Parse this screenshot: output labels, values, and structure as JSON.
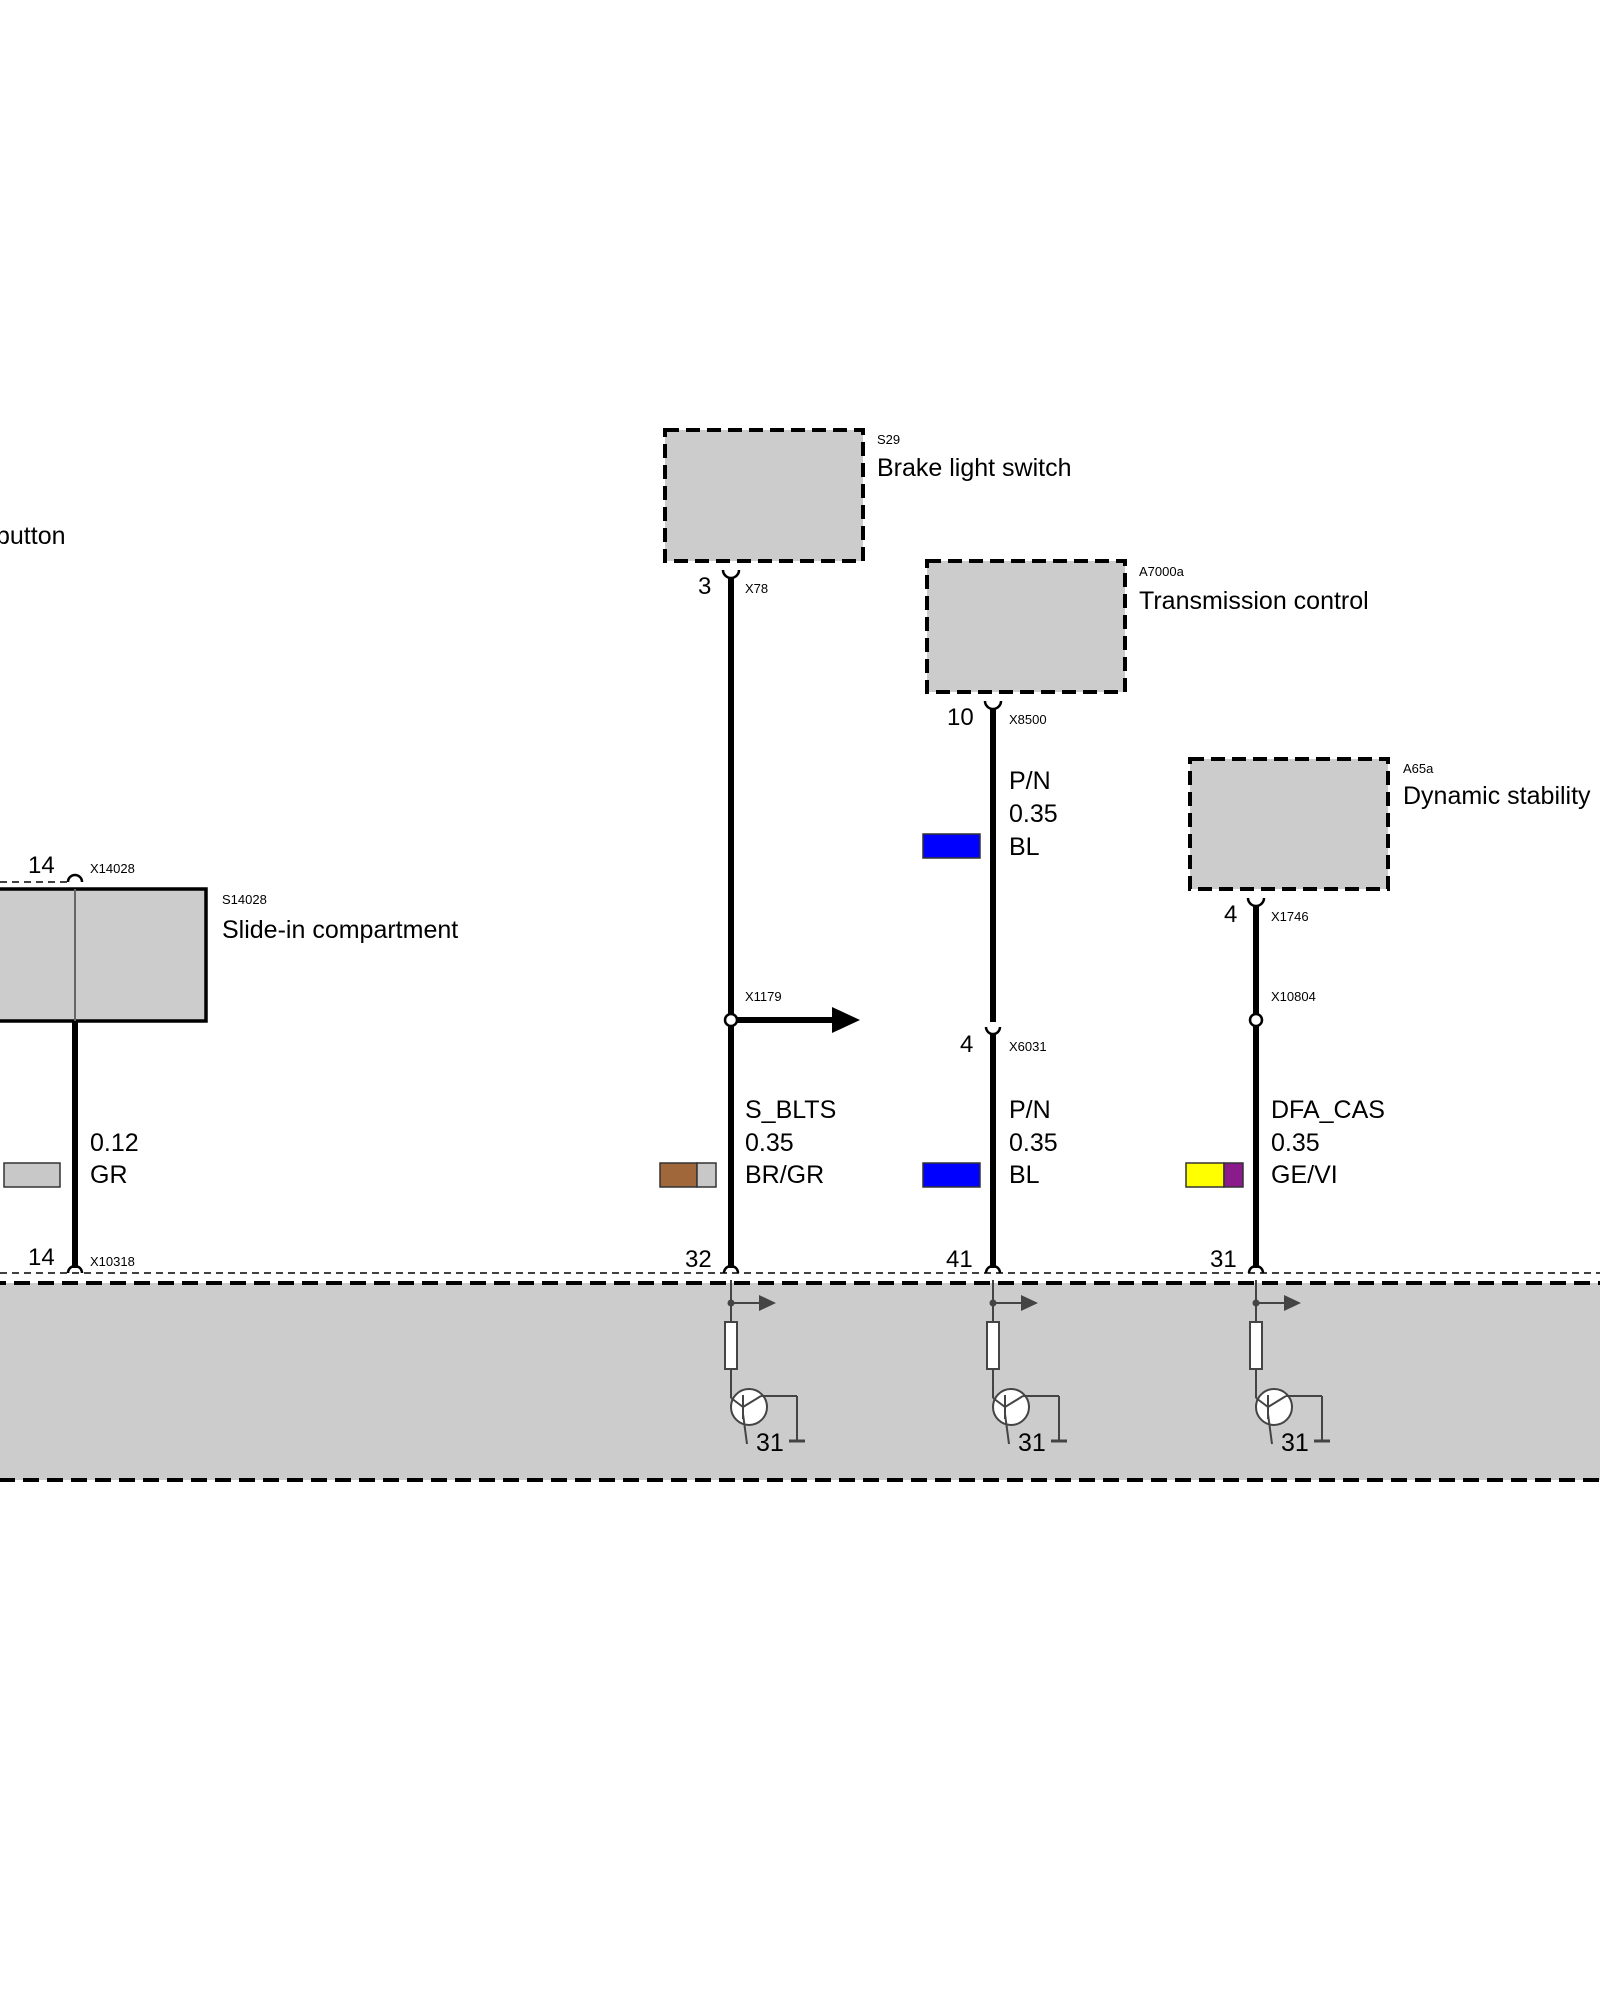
{
  "components": {
    "push_button": {
      "label_fragment": "button"
    },
    "slide_in": {
      "code": "S14028",
      "name": "Slide-in compartment"
    },
    "brake_switch": {
      "code": "S29",
      "name": "Brake light switch"
    },
    "transmission": {
      "code": "A7000a",
      "name": "Transmission control"
    },
    "dsc": {
      "code": "A65a",
      "name": "Dynamic stability"
    }
  },
  "connectors": {
    "x14028": "X14028",
    "x10318": "X10318",
    "x78": "X78",
    "x1179": "X1179",
    "x8500": "X8500",
    "x6031": "X6031",
    "x1746": "X1746",
    "x10804": "X10804"
  },
  "pins": {
    "slide_top": "14",
    "slide_bottom": "14",
    "brake_top": "3",
    "brake_bottom": "32",
    "trans_top": "10",
    "trans_mid": "4",
    "trans_bottom": "41",
    "dsc_top": "4",
    "dsc_bottom": "31"
  },
  "wires": {
    "slide": {
      "size": "0.12",
      "color": "GR"
    },
    "brake": {
      "signal": "S_BLTS",
      "size": "0.35",
      "color": "BR/GR"
    },
    "trans_upper": {
      "signal": "P/N",
      "size": "0.35",
      "color": "BL"
    },
    "trans_lower": {
      "signal": "P/N",
      "size": "0.35",
      "color": "BL"
    },
    "dsc": {
      "signal": "DFA_CAS",
      "size": "0.35",
      "color": "GE/VI"
    }
  },
  "ground_labels": {
    "g1": "31",
    "g2": "31",
    "g3": "31"
  },
  "colors": {
    "component_fill": "#cccccc",
    "GR": "#c8c8c8",
    "BR": "#a0683a",
    "BL": "#0000ff",
    "GE": "#ffff00",
    "VI": "#8b1a8b"
  }
}
